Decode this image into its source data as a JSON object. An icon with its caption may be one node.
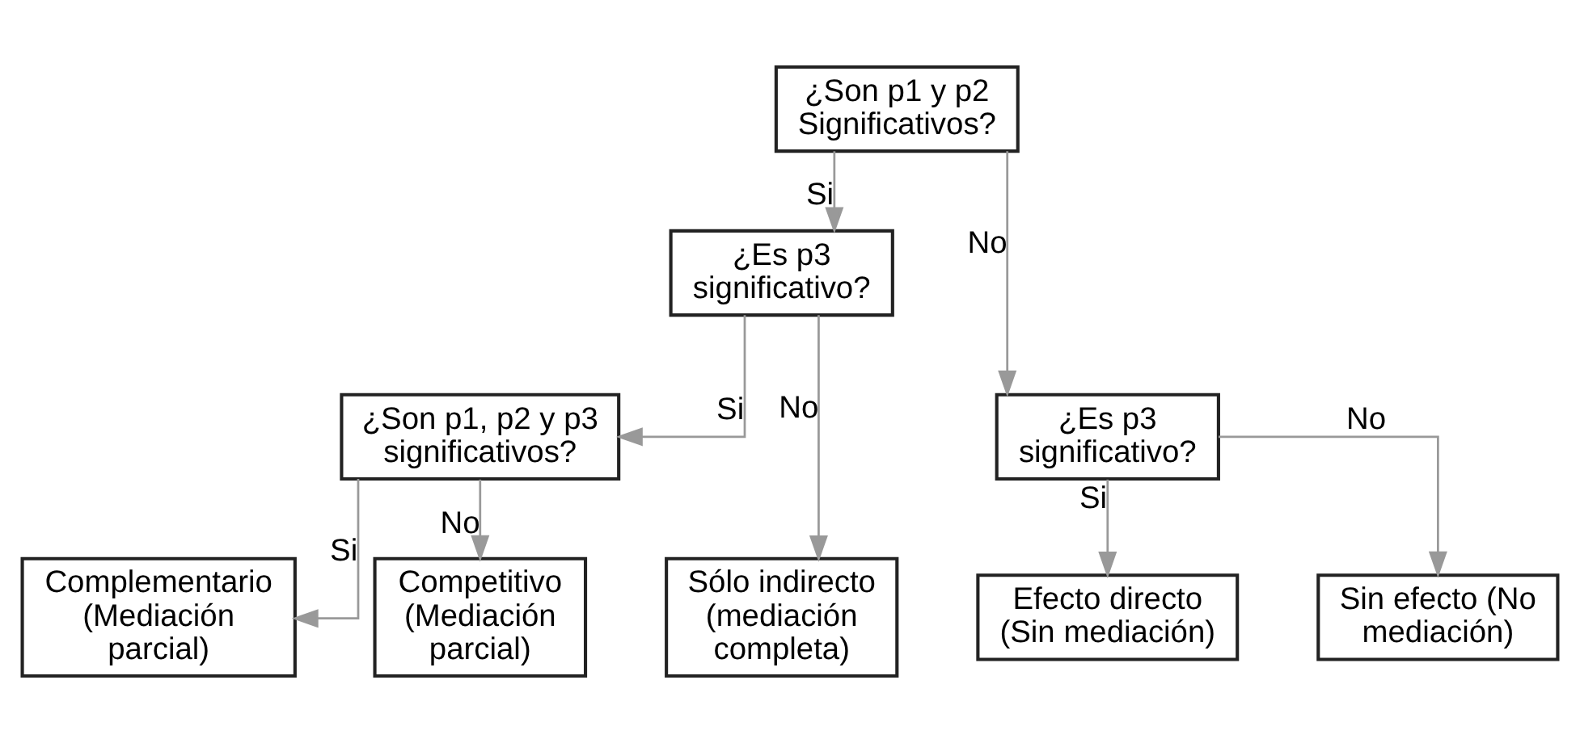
{
  "diagram": {
    "nodes": [
      {
        "text": [
          "¿Son p1 y p2 Significativos?"
        ]
      },
      {
        "text": [
          "¿Es p3 significativo?"
        ]
      },
      {
        "text": [
          "¿Es p3 significativo?"
        ]
      },
      {
        "text": [
          "¿Son p1, p2 y p3 significativos?"
        ]
      },
      {
        "text": [
          "Complementario (Mediación parcial)"
        ]
      },
      {
        "text": [
          "Competitivo (Mediación parcial)"
        ]
      },
      {
        "text": [
          "Sólo indirecto (mediación completa)"
        ]
      },
      {
        "text": [
          "Efecto directo (Sin mediación)"
        ]
      },
      {
        "text": [
          "Sin efecto (No mediación)"
        ]
      }
    ],
    "edges": [
      {
        "from": 0,
        "to": 1,
        "arrow": "to",
        "label": "Si"
      },
      {
        "from": 0,
        "to": 2,
        "arrow": "to",
        "label": "No"
      },
      {
        "from": 1,
        "to": 3,
        "arrow": "to",
        "label": "Si"
      },
      {
        "from": 1,
        "to": 6,
        "arrow": "to",
        "label": "No"
      },
      {
        "from": 2,
        "to": 7,
        "arrow": "to",
        "label": "Si"
      },
      {
        "from": 2,
        "to": 8,
        "arrow": "to",
        "label": "No"
      },
      {
        "from": 3,
        "to": 4,
        "arrow": "to",
        "label": "Si"
      },
      {
        "from": 3,
        "to": 5,
        "arrow": "to",
        "label": "No"
      }
    ]
  }
}
